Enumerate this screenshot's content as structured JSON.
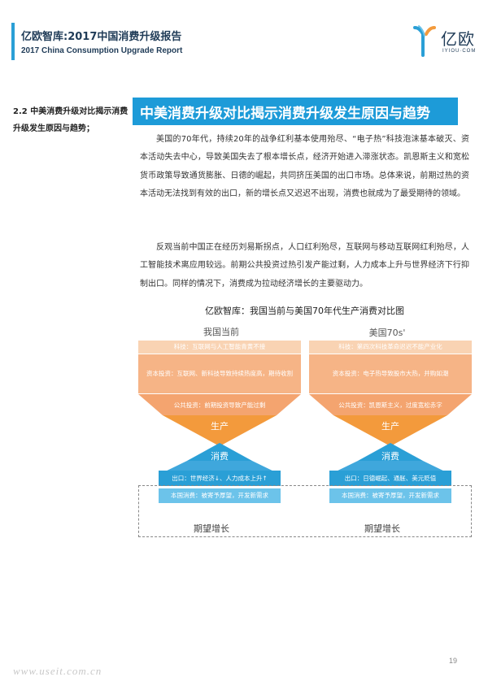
{
  "header": {
    "title": "亿欧智库:2017中国消费升级报告",
    "subtitle": "2017 China Consumption Upgrade Report"
  },
  "logo": {
    "name": "亿欧",
    "sub": "IYIOU·COM",
    "icon": "yiou-logo-icon",
    "colors": {
      "blue": "#2a9fd6",
      "orange": "#f39a3c"
    }
  },
  "section": {
    "side_title": "2.2 中美消费升级对比揭示消费升级发生原因与趋势；",
    "banner": "中美消费升级对比揭示消费升级发生原因与趋势"
  },
  "paragraphs": [
    "美国的70年代，持续20年的战争红利基本使用殆尽、“电子热”科技泡沫基本破灭、资本活动失去中心，导致美国失去了根本增长点，经济开始进入滞涨状态。凯恩斯主义和宽松货币政策导致通货膨胀、日德的崛起，共同挤压美国的出口市场。总体来说，前期过热的资本活动无法找到有效的出口，新的增长点又迟迟不出现，消费也就成为了最受期待的领域。",
    "反观当前中国正在经历刘易斯拐点，人口红利殆尽，互联网与移动互联网红利殆尽，人工智能技术离应用较远。前期公共投资过热引发产能过剩，人力成本上升与世界经济下行抑制出口。同样的情况下，消费成为拉动经济增长的主要驱动力。"
  ],
  "figure": {
    "title": "亿欧智库：我国当前与美国70年代生产消费对比图",
    "colors": {
      "orange_light": "#f7c9a3",
      "orange": "#f39a3c",
      "blue": "#2a9fd6",
      "blue_light": "#8fd0ef"
    },
    "columns": [
      {
        "title": "我国当前",
        "tech": "科技：互联网与人工智能青黄不接",
        "capital": "资本投资：互联网、新科技导致持续热度高，期待收割",
        "public": "公共投资：前期投资导致产能过剩",
        "production": "生产",
        "consumption": "消费",
        "export": "出口：世界经济↓、人力成本上升↑",
        "domestic": "本国消费：被寄予厚望，开发新需求",
        "expectation": "期望增长"
      },
      {
        "title": "美国70s'",
        "tech": "科技：第四次科技革命迟迟不能产业化",
        "capital": "资本投资：电子热导致股市大热，并购如潮",
        "public": "公共投资：凯恩斯主义，过度宽松赤字",
        "production": "生产",
        "consumption": "消费",
        "export": "出口：日德崛起、通胀、美元贬值",
        "domestic": "本国消费：被寄予厚望，开发新需求",
        "expectation": "期望增长"
      }
    ]
  },
  "footer": {
    "page_number": "19",
    "watermark": "www.useit.com.cn"
  }
}
